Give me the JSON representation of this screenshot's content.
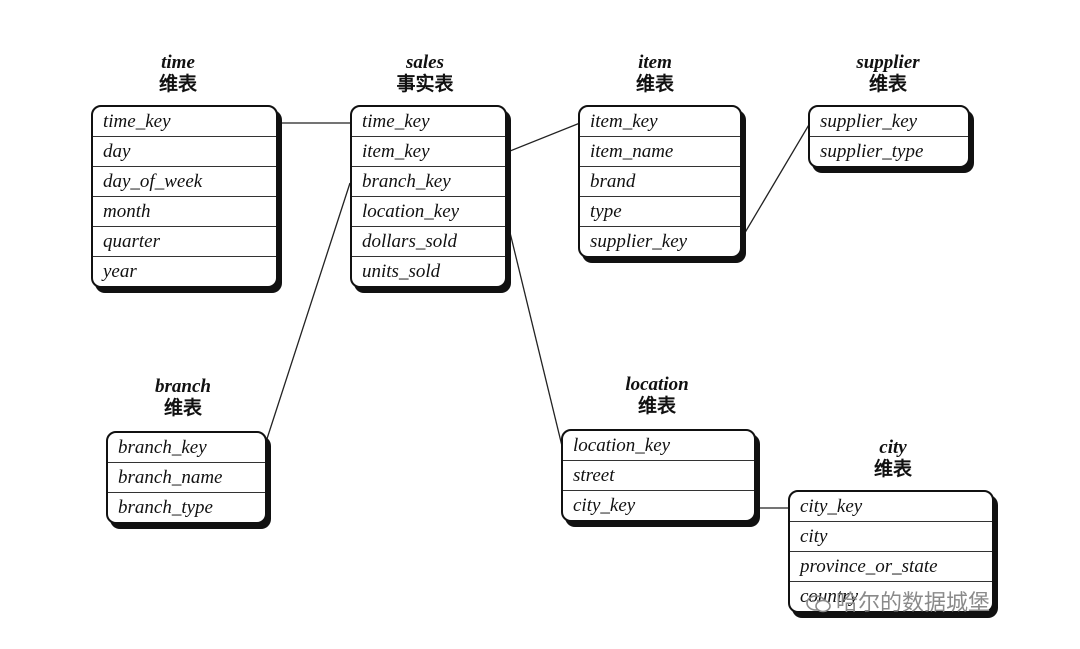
{
  "tables": {
    "time": {
      "name": "time",
      "kind": "维表",
      "fields": [
        "time_key",
        "day",
        "day_of_week",
        "month",
        "quarter",
        "year"
      ]
    },
    "sales": {
      "name": "sales",
      "kind": "事实表",
      "fields": [
        "time_key",
        "item_key",
        "branch_key",
        "location_key",
        "dollars_sold",
        "units_sold"
      ]
    },
    "item": {
      "name": "item",
      "kind": "维表",
      "fields": [
        "item_key",
        "item_name",
        "brand",
        "type",
        "supplier_key"
      ]
    },
    "supplier": {
      "name": "supplier",
      "kind": "维表",
      "fields": [
        "supplier_key",
        "supplier_type"
      ]
    },
    "branch": {
      "name": "branch",
      "kind": "维表",
      "fields": [
        "branch_key",
        "branch_name",
        "branch_type"
      ]
    },
    "location": {
      "name": "location",
      "kind": "维表",
      "fields": [
        "location_key",
        "street",
        "city_key"
      ]
    },
    "city": {
      "name": "city",
      "kind": "维表",
      "fields": [
        "city_key",
        "city",
        "province_or_state",
        "country"
      ]
    }
  },
  "watermark": {
    "text": "哈尔的数据城堡",
    "icon": "wechat-icon"
  }
}
